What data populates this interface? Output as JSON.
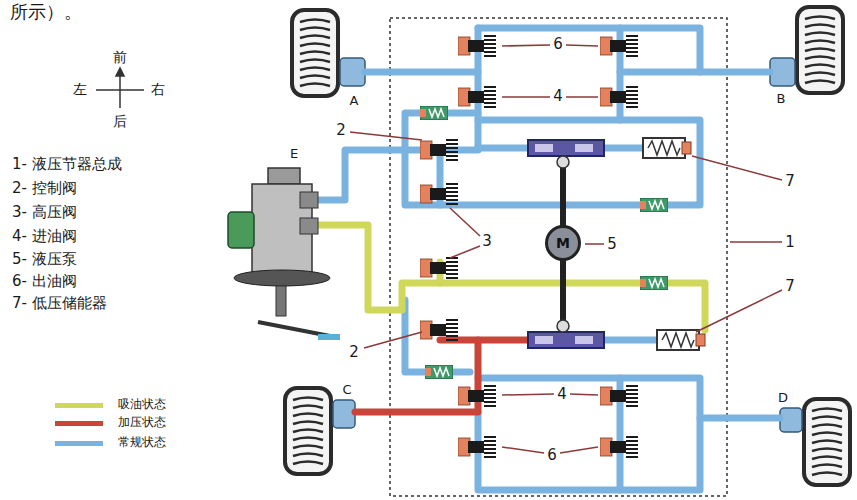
{
  "diagram": {
    "nodes": [
      {
        "text": [
          "M"
        ]
      }
    ],
    "labels": [
      "所示）。",
      "前",
      "左",
      "右",
      "后",
      "1- 液压节器总成",
      "2- 控制阀",
      "3- 高压阀",
      "4- 进油阀",
      "5- 液压泵",
      "6- 出油阀",
      "7- 低压储能器",
      "A",
      "B",
      "C",
      "D",
      "E",
      "6",
      "4",
      "2",
      "7",
      "3",
      "5",
      "1",
      "7",
      "2",
      "4",
      "6"
    ],
    "legend": [
      {
        "text": "吸油状态",
        "color": "#cfd85a"
      },
      {
        "text": "加压状态",
        "color": "#c9453a"
      },
      {
        "text": "常规状态",
        "color": "#7ab3e0"
      }
    ]
  }
}
